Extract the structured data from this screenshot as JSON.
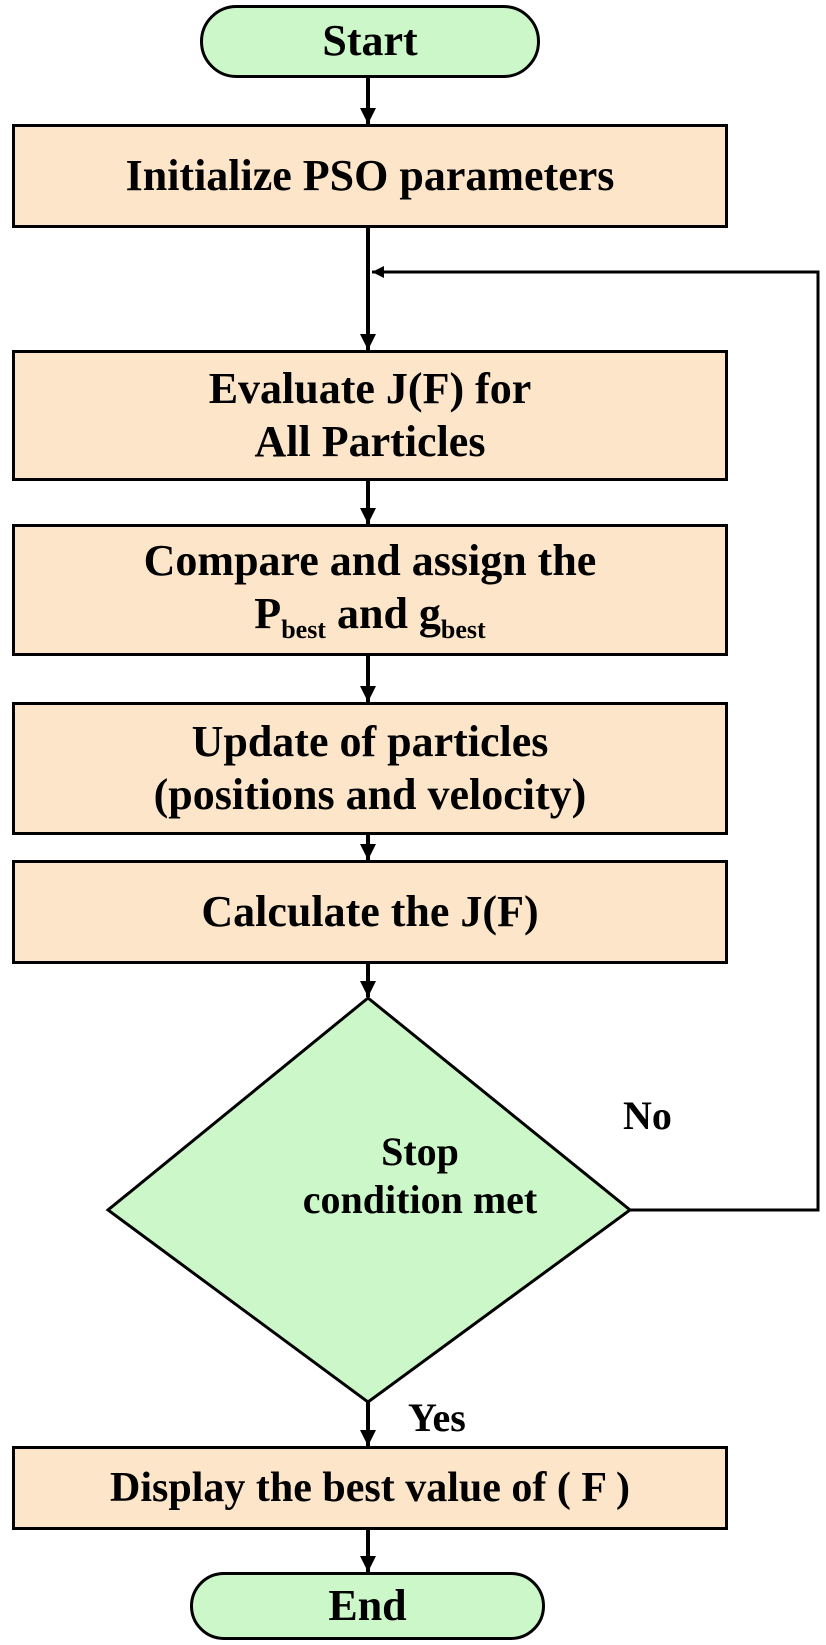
{
  "nodes": {
    "start": {
      "text": "Start"
    },
    "init": {
      "text": "Initialize PSO parameters"
    },
    "evaluate": {
      "line1": "Evaluate J(F) for",
      "line2": "All  Particles"
    },
    "compare": {
      "line1": "Compare and assign the",
      "p_main": "P",
      "p_sub": "best",
      "and": " and ",
      "g_main": "g",
      "g_sub": "best"
    },
    "update": {
      "line1": "Update of particles",
      "line2": "(positions and velocity)"
    },
    "calculate": {
      "text": "Calculate the J(F)"
    },
    "decision": {
      "line1": "Stop",
      "line2": "condition met"
    },
    "display": {
      "text": "Display the best value of ( F )"
    },
    "end": {
      "text": "End"
    }
  },
  "labels": {
    "no": "No",
    "yes": "Yes"
  },
  "colors": {
    "process_fill": "#fce5c9",
    "terminal_fill": "#ccf7c9",
    "decision_fill": "#ccf7c9",
    "stroke": "#000000"
  }
}
